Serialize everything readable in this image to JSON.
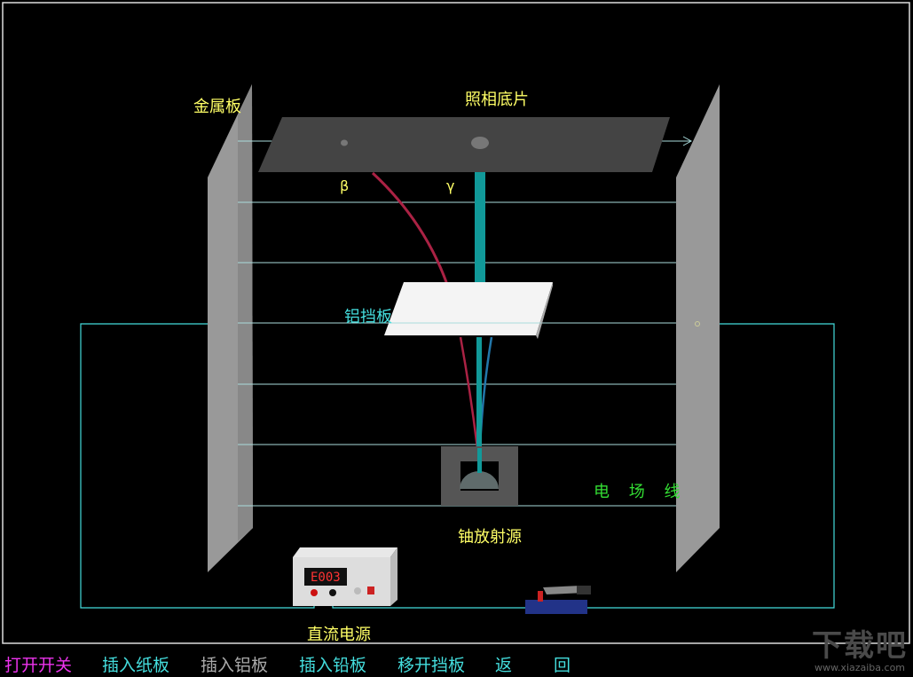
{
  "labels": {
    "metal_plate": "金属板",
    "photo_film": "照相底片",
    "beta": "β",
    "gamma": "γ",
    "aluminum_baffle": "铝挡板",
    "field_lines": "电 场 线",
    "uranium_source": "铀放射源",
    "dc_power": "直流电源"
  },
  "buttons": [
    {
      "label": "打开开关",
      "color": "#ee33ee"
    },
    {
      "label": "插入纸板",
      "color": "#44dddd"
    },
    {
      "label": "插入铝板",
      "color": "#aaaaaa"
    },
    {
      "label": "插入铅板",
      "color": "#44dddd"
    },
    {
      "label": "移开挡板",
      "color": "#44dddd"
    },
    {
      "label": "返",
      "color": "#44dddd"
    },
    {
      "label": "回",
      "color": "#44dddd"
    }
  ],
  "power_display": "E003",
  "watermark": {
    "logo": "下载吧",
    "url": "www.xiazaiba.com"
  },
  "colors": {
    "plate": "#999999",
    "film": "#444444",
    "beta_ray": "#aa2244",
    "gamma_ray": "#119999",
    "alpha_ray": "#2277aa",
    "wire": "#44dddd",
    "field_line": "#aadddd"
  }
}
